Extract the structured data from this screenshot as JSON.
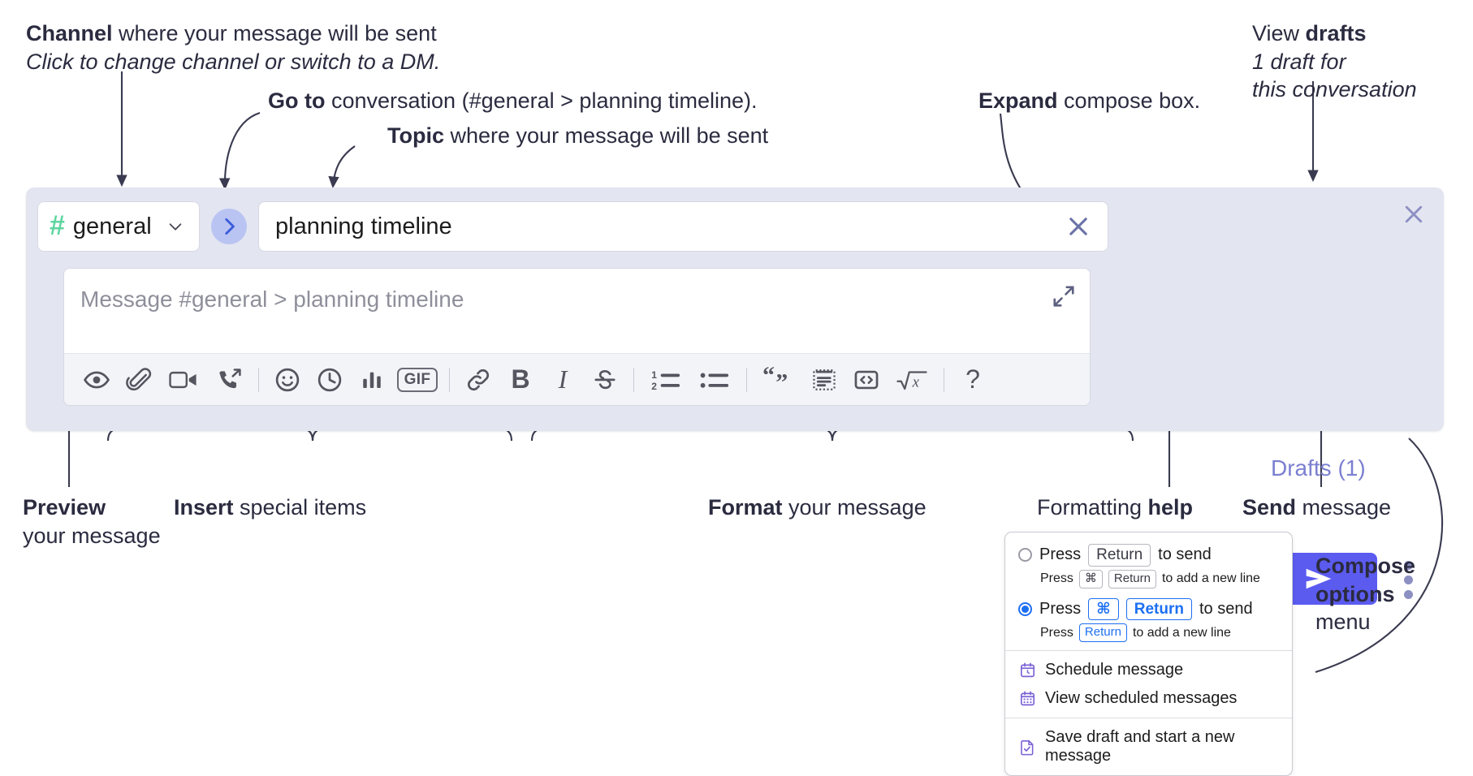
{
  "annotations": {
    "channel": {
      "bold": "Channel",
      "rest": " where your message will be sent",
      "italic": "Click to change channel or switch to a DM."
    },
    "goto": {
      "bold": "Go to",
      "rest": " conversation (#general > planning timeline)."
    },
    "topic": {
      "bold": "Topic",
      "rest": " where your message will be sent"
    },
    "expand": {
      "bold": "Expand",
      "rest": " compose box."
    },
    "drafts": {
      "plain": "View ",
      "bold": "drafts",
      "italic1": "1 draft for",
      "italic2": "this conversation"
    },
    "preview": {
      "bold": "Preview",
      "rest": "your message"
    },
    "insert": {
      "bold": "Insert",
      "rest": " special items"
    },
    "format": {
      "bold": "Format",
      "rest": " your message"
    },
    "help": {
      "plain": "Formatting ",
      "bold": "help"
    },
    "send": {
      "bold": "Send",
      "rest": " message"
    },
    "compose_options": {
      "bold1": "Compose",
      "bold2": "options",
      "rest": "menu"
    }
  },
  "compose": {
    "channel_name": "general",
    "channel_hash": "#",
    "topic_value": "planning timeline",
    "message_placeholder": "Message #general > planning timeline",
    "drafts_label": "Drafts (1)",
    "icons": {
      "goto": "chevron-right-icon",
      "clear": "close-icon",
      "expand": "expand-icon",
      "panel_close": "close-icon",
      "send": "send-icon",
      "kebab": "more-options-icon"
    },
    "toolbar": [
      {
        "name": "preview-icon",
        "type": "icon",
        "label": ""
      },
      {
        "name": "attachment-icon",
        "type": "icon",
        "label": ""
      },
      {
        "name": "video-clip-icon",
        "type": "icon",
        "label": ""
      },
      {
        "name": "huddle-icon",
        "type": "icon",
        "label": ""
      },
      {
        "name": "divider",
        "type": "sep",
        "label": ""
      },
      {
        "name": "emoji-icon",
        "type": "icon",
        "label": ""
      },
      {
        "name": "schedule-clock-icon",
        "type": "icon",
        "label": ""
      },
      {
        "name": "poll-icon",
        "type": "icon",
        "label": ""
      },
      {
        "name": "gif-icon",
        "type": "text",
        "label": "GIF"
      },
      {
        "name": "divider",
        "type": "sep",
        "label": ""
      },
      {
        "name": "link-icon",
        "type": "icon",
        "label": ""
      },
      {
        "name": "bold-icon",
        "type": "text",
        "label": "B"
      },
      {
        "name": "italic-icon",
        "type": "text",
        "label": "I"
      },
      {
        "name": "strikethrough-icon",
        "type": "icon",
        "label": ""
      },
      {
        "name": "divider",
        "type": "sep",
        "label": ""
      },
      {
        "name": "ordered-list-icon",
        "type": "icon",
        "label": ""
      },
      {
        "name": "bullet-list-icon",
        "type": "icon",
        "label": ""
      },
      {
        "name": "divider",
        "type": "sep",
        "label": ""
      },
      {
        "name": "blockquote-icon",
        "type": "icon",
        "label": ""
      },
      {
        "name": "code-block-icon",
        "type": "icon",
        "label": ""
      },
      {
        "name": "inline-code-icon",
        "type": "icon",
        "label": ""
      },
      {
        "name": "math-icon",
        "type": "icon",
        "label": ""
      },
      {
        "name": "divider",
        "type": "sep",
        "label": ""
      },
      {
        "name": "help-icon",
        "type": "text",
        "label": "?"
      }
    ]
  },
  "options_menu": {
    "option1": {
      "press": "Press",
      "key": "Return",
      "to_send": "to send",
      "sub_press": "Press",
      "sub_key1": "⌘",
      "sub_key2": "Return",
      "sub_tail": "to add a new line",
      "selected": false
    },
    "option2": {
      "press": "Press",
      "key1": "⌘",
      "key2": "Return",
      "to_send": "to send",
      "sub_press": "Press",
      "sub_key": "Return",
      "sub_tail": "to add a new line",
      "selected": true
    },
    "items": [
      {
        "label": "Schedule message",
        "icon": "calendar-clock-icon"
      },
      {
        "label": "View scheduled messages",
        "icon": "calendar-grid-icon"
      },
      {
        "label": "Save draft and start a new message",
        "icon": "document-check-icon"
      }
    ]
  },
  "colors": {
    "panel_bg": "#e3e5f1",
    "send_button": "#5b5bf0",
    "hash_green": "#5ed6a0",
    "drafts_purple": "#7b7fd0",
    "accent_blue": "#1d6ff2"
  }
}
